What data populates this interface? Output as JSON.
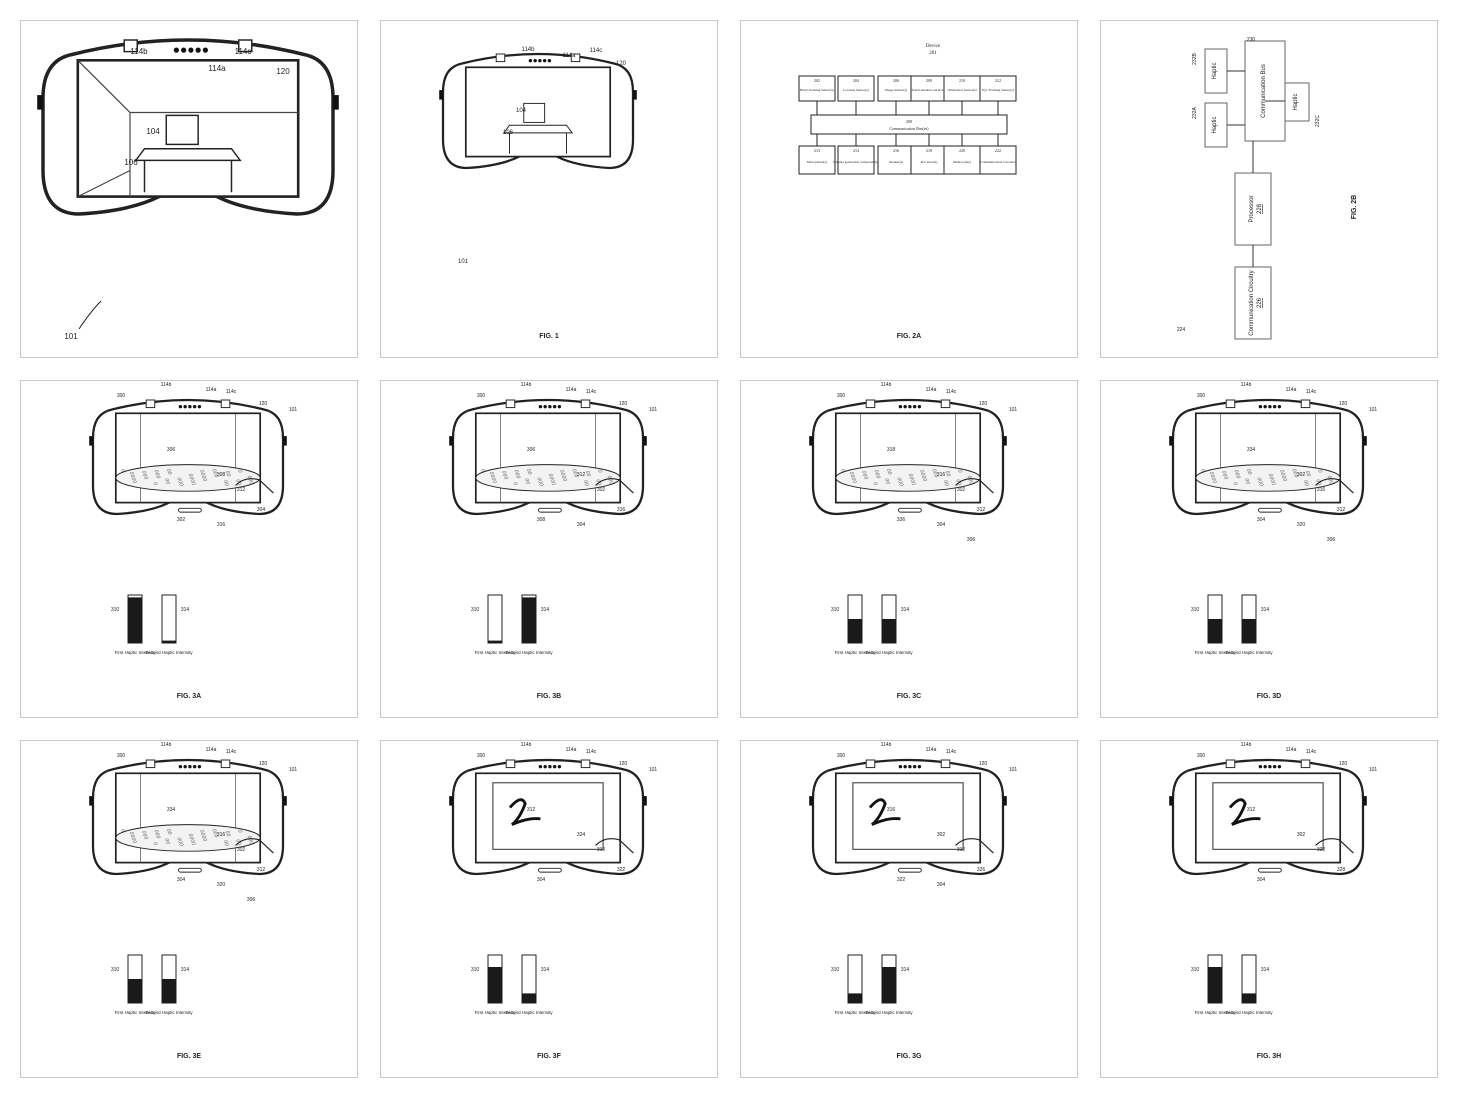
{
  "colors": {
    "border": "#c8c8c8",
    "ink": "#222222",
    "fill": "#1a1a1a"
  },
  "fig1_large": {
    "refs": [
      "114b",
      "114a",
      "114c",
      "120",
      "104",
      "106",
      "101"
    ]
  },
  "fig1": {
    "label": "FIG. 1",
    "refs": [
      "114b",
      "114a",
      "114c",
      "120",
      "104",
      "106",
      "101"
    ]
  },
  "fig2a": {
    "label": "FIG. 2A",
    "device": "Device",
    "device_ref": "201",
    "top": [
      {
        "ref": "202",
        "name": "Hand Tracking Sensor(s)"
      },
      {
        "ref": "204",
        "name": "Location Sensor(s)"
      },
      {
        "ref": "206",
        "name": "Image Sensor(s)"
      },
      {
        "ref": "209",
        "name": "Touch-sensitive surface(s)"
      },
      {
        "ref": "210",
        "name": "Orientation Sensor(s)"
      },
      {
        "ref": "212",
        "name": "Eye Tracking Sensor(s)"
      }
    ],
    "bus": {
      "ref": "208",
      "name": "Communication Bus(es)"
    },
    "bottom": [
      {
        "ref": "213",
        "name": "Microphone(s)"
      },
      {
        "ref": "214",
        "name": "Display generation component(s)"
      },
      {
        "ref": "216",
        "name": "Speaker(s)"
      },
      {
        "ref": "218",
        "name": "Processor(s)"
      },
      {
        "ref": "220",
        "name": "Memory(ies)"
      },
      {
        "ref": "222",
        "name": "Communication Circuitry"
      }
    ]
  },
  "fig2b": {
    "label": "FIG. 2B",
    "ref": "224",
    "bus": "Communication Bus",
    "bus_ref": "230",
    "haptic": "Haptic",
    "haptic_refs": [
      "232B",
      "232A",
      "232C"
    ],
    "processor": "Processor",
    "processor_ref": "228",
    "comm": "Communication Circuitry",
    "comm_ref": "226"
  },
  "haptic_labels": {
    "first": "First Haptic Intensity",
    "second": "Second Haptic Intensity",
    "first_ref": "310",
    "second_ref": "314"
  },
  "fig3": [
    {
      "label": "FIG. 3A",
      "first": 0.95,
      "second": 0.05,
      "refs": [
        "300",
        "114b",
        "114a",
        "114c",
        "120",
        "101",
        "306",
        "308",
        "312",
        "304",
        "302",
        "316"
      ],
      "scene": "table"
    },
    {
      "label": "FIG. 3B",
      "first": 0.05,
      "second": 0.95,
      "refs": [
        "300",
        "114b",
        "114a",
        "114c",
        "120",
        "101",
        "306",
        "312",
        "302",
        "316",
        "308",
        "304"
      ],
      "scene": "table"
    },
    {
      "label": "FIG. 3C",
      "first": 0.5,
      "second": 0.5,
      "refs": [
        "300",
        "114b",
        "114a",
        "114c",
        "120",
        "101",
        "318",
        "316",
        "302",
        "312",
        "336",
        "304",
        "306"
      ],
      "scene": "table"
    },
    {
      "label": "FIG. 3D",
      "first": 0.5,
      "second": 0.5,
      "refs": [
        "300",
        "114b",
        "114a",
        "114c",
        "120",
        "101",
        "334",
        "302",
        "316",
        "312",
        "304",
        "320",
        "306"
      ],
      "scene": "table"
    },
    {
      "label": "FIG. 3E",
      "first": 0.5,
      "second": 0.5,
      "refs": [
        "300",
        "114b",
        "114a",
        "114c",
        "120",
        "101",
        "334",
        "316",
        "302",
        "312",
        "304",
        "320",
        "306"
      ],
      "scene": "table"
    },
    {
      "label": "FIG. 3F",
      "first": 0.75,
      "second": 0.2,
      "refs": [
        "300",
        "114b",
        "114a",
        "114c",
        "120",
        "101",
        "312",
        "324",
        "310",
        "322",
        "304"
      ],
      "scene": "draw"
    },
    {
      "label": "FIG. 3G",
      "first": 0.2,
      "second": 0.75,
      "refs": [
        "300",
        "114b",
        "114a",
        "114c",
        "120",
        "101",
        "316",
        "302",
        "312",
        "326",
        "322",
        "304"
      ],
      "scene": "draw"
    },
    {
      "label": "FIG. 3H",
      "first": 0.75,
      "second": 0.2,
      "refs": [
        "300",
        "114b",
        "114a",
        "114c",
        "120",
        "101",
        "312",
        "302",
        "322",
        "328",
        "304"
      ],
      "scene": "draw"
    }
  ]
}
